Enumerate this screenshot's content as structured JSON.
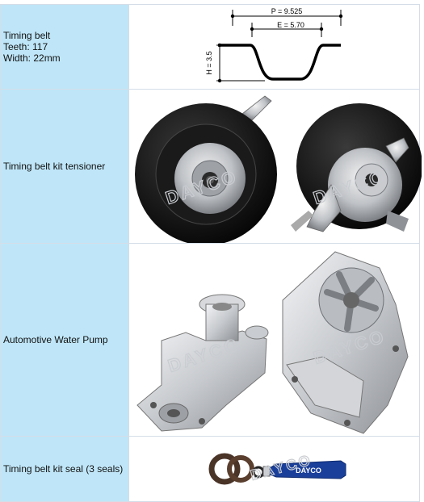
{
  "rows": [
    {
      "label_lines": [
        "Timing belt",
        "Teeth: 117",
        "Width: 22mm"
      ],
      "diagram": {
        "pitch_label": "P = 9.525",
        "e_label": "E = 5.70",
        "h_label": "H = 3.5"
      }
    },
    {
      "label_lines": [
        "Timing belt kit tensioner"
      ],
      "watermark": "DAYCO"
    },
    {
      "label_lines": [
        "Automotive Water Pump"
      ],
      "watermark": "DAYCO"
    },
    {
      "label_lines": [
        "Timing belt kit seal (3 seals)"
      ],
      "watermark": "DAYCO",
      "tube_text": "DAYCO"
    }
  ]
}
